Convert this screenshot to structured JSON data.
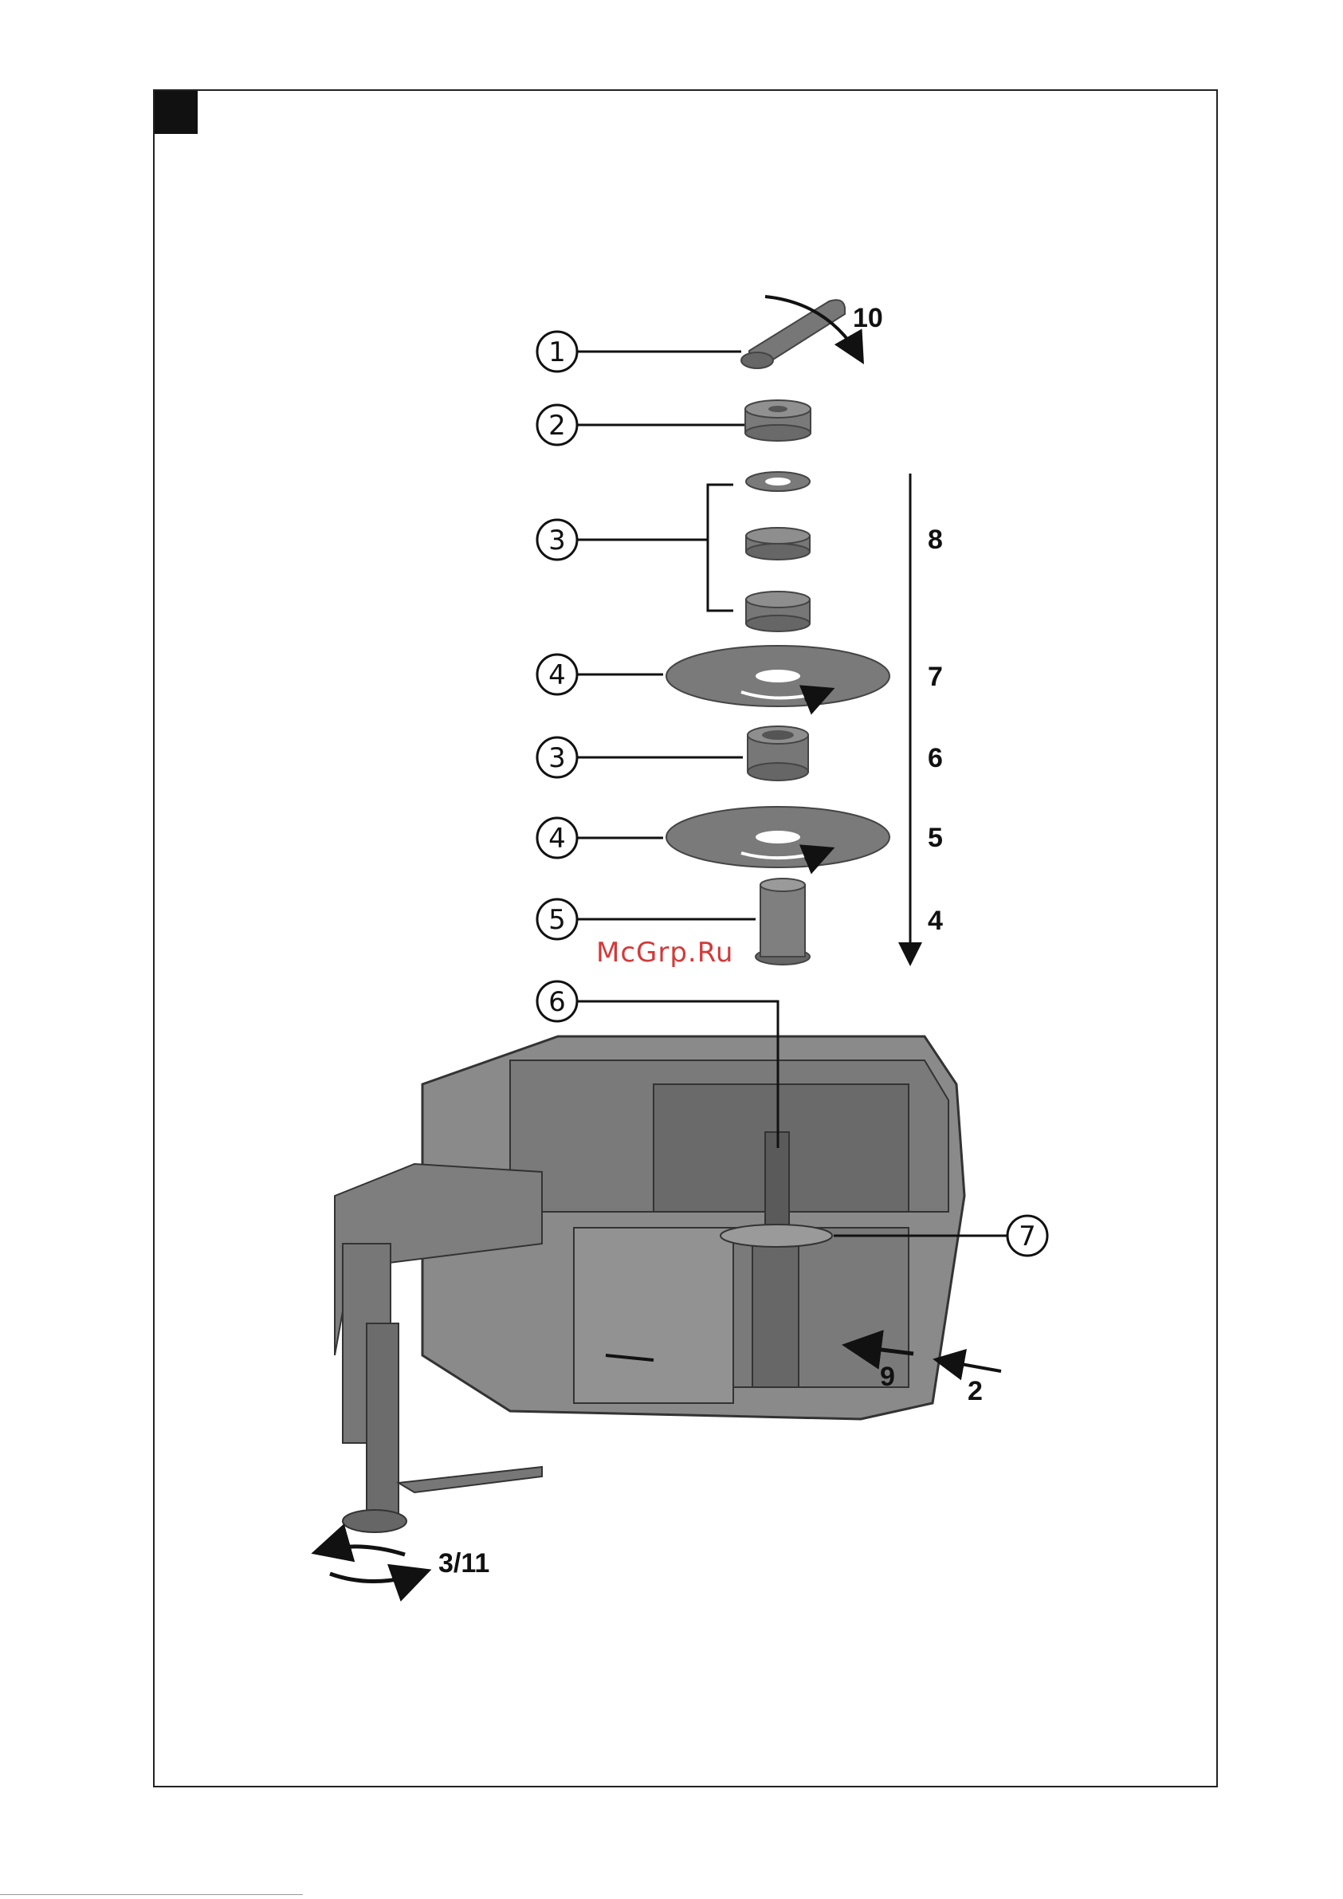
{
  "callouts": [
    "1",
    "2",
    "3",
    "3",
    "4",
    "4",
    "5",
    "6",
    "7"
  ],
  "step_labels": {
    "s10": "10",
    "s8": "8",
    "s7": "7",
    "s6": "6",
    "s5": "5",
    "s4": "4",
    "s9": "9",
    "s2": "2",
    "s3_11": "3/11"
  },
  "watermark": "McGrp.Ru",
  "colors": {
    "part_fill": "#7a7a7a",
    "part_dark": "#4a4a4a",
    "line": "#111111",
    "watermark": "#d23a3a"
  }
}
